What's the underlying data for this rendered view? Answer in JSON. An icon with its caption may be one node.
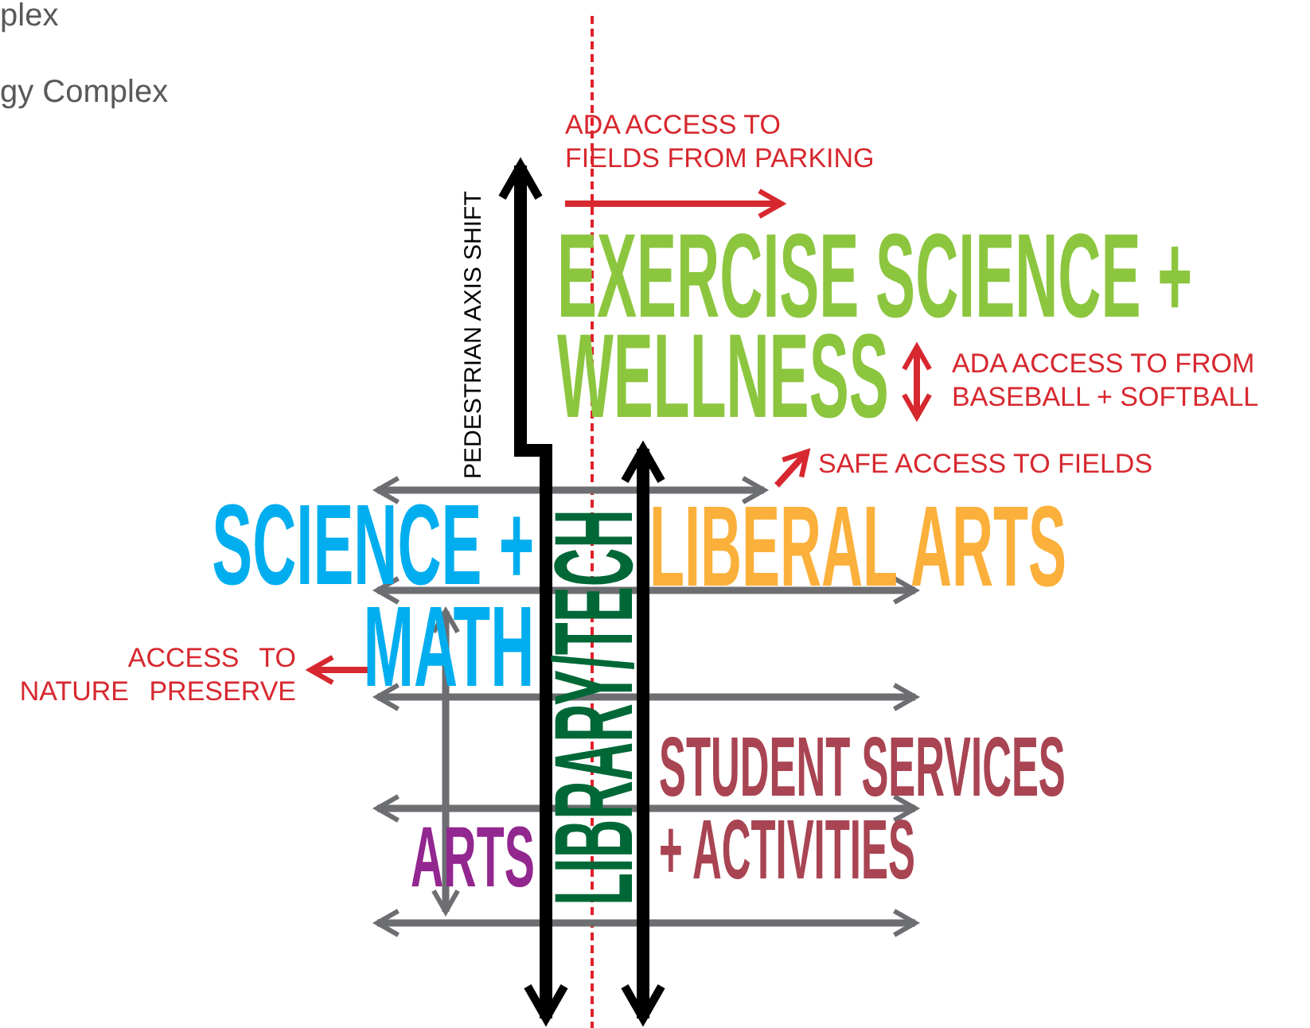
{
  "diagram": {
    "labels": [
      "plex",
      "gy Complex",
      "ADA ACCESS TO FIELDS FROM PARKING",
      "PEDESTRIAN AXIS SHIFT",
      "EXERCISE SCIENCE + WELLNESS",
      "ADA ACCESS TO FROM BASEBALL + SOFTBALL",
      "SAFE ACCESS TO FIELDS",
      "SCIENCE + MATH",
      "LIBRARY/TECH",
      "LIBERAL ARTS",
      "ACCESS TO NATURE PRESERVE",
      "STUDENT SERVICES + ACTIVITIES",
      "ARTS"
    ]
  }
}
